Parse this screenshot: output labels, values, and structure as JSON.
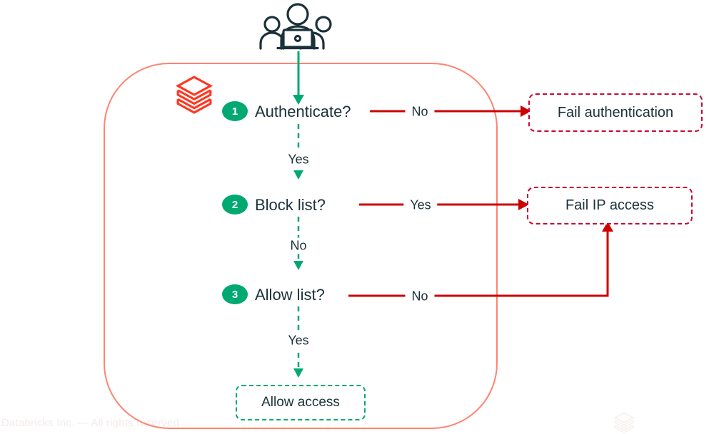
{
  "diagram": {
    "steps": [
      {
        "number": "1",
        "question": "Authenticate?",
        "branch": {
          "label": "No",
          "target": "Fail authentication"
        },
        "next_label": "Yes"
      },
      {
        "number": "2",
        "question": "Block list?",
        "branch": {
          "label": "Yes",
          "target": "Fail IP access"
        },
        "next_label": "No"
      },
      {
        "number": "3",
        "question": "Allow list?",
        "branch": {
          "label": "No",
          "target": "Fail IP access"
        },
        "next_label": "Yes"
      }
    ],
    "outcomes": {
      "fail_authentication": "Fail authentication",
      "fail_ip_access": "Fail IP access",
      "allow_access": "Allow access"
    },
    "icons": {
      "users": "users-at-laptop-icon",
      "brand": "databricks-stacked-layers-logo"
    },
    "colors": {
      "navy": "#1B3139",
      "green": "#00A972",
      "arrow_red": "#CE0000",
      "fail_border": "#C40A33",
      "enclosure_salmon": "#FF8372",
      "logo_red": "#FF3621"
    }
  },
  "footer": {
    "copyright": "Databricks Inc. — All rights reserved"
  }
}
